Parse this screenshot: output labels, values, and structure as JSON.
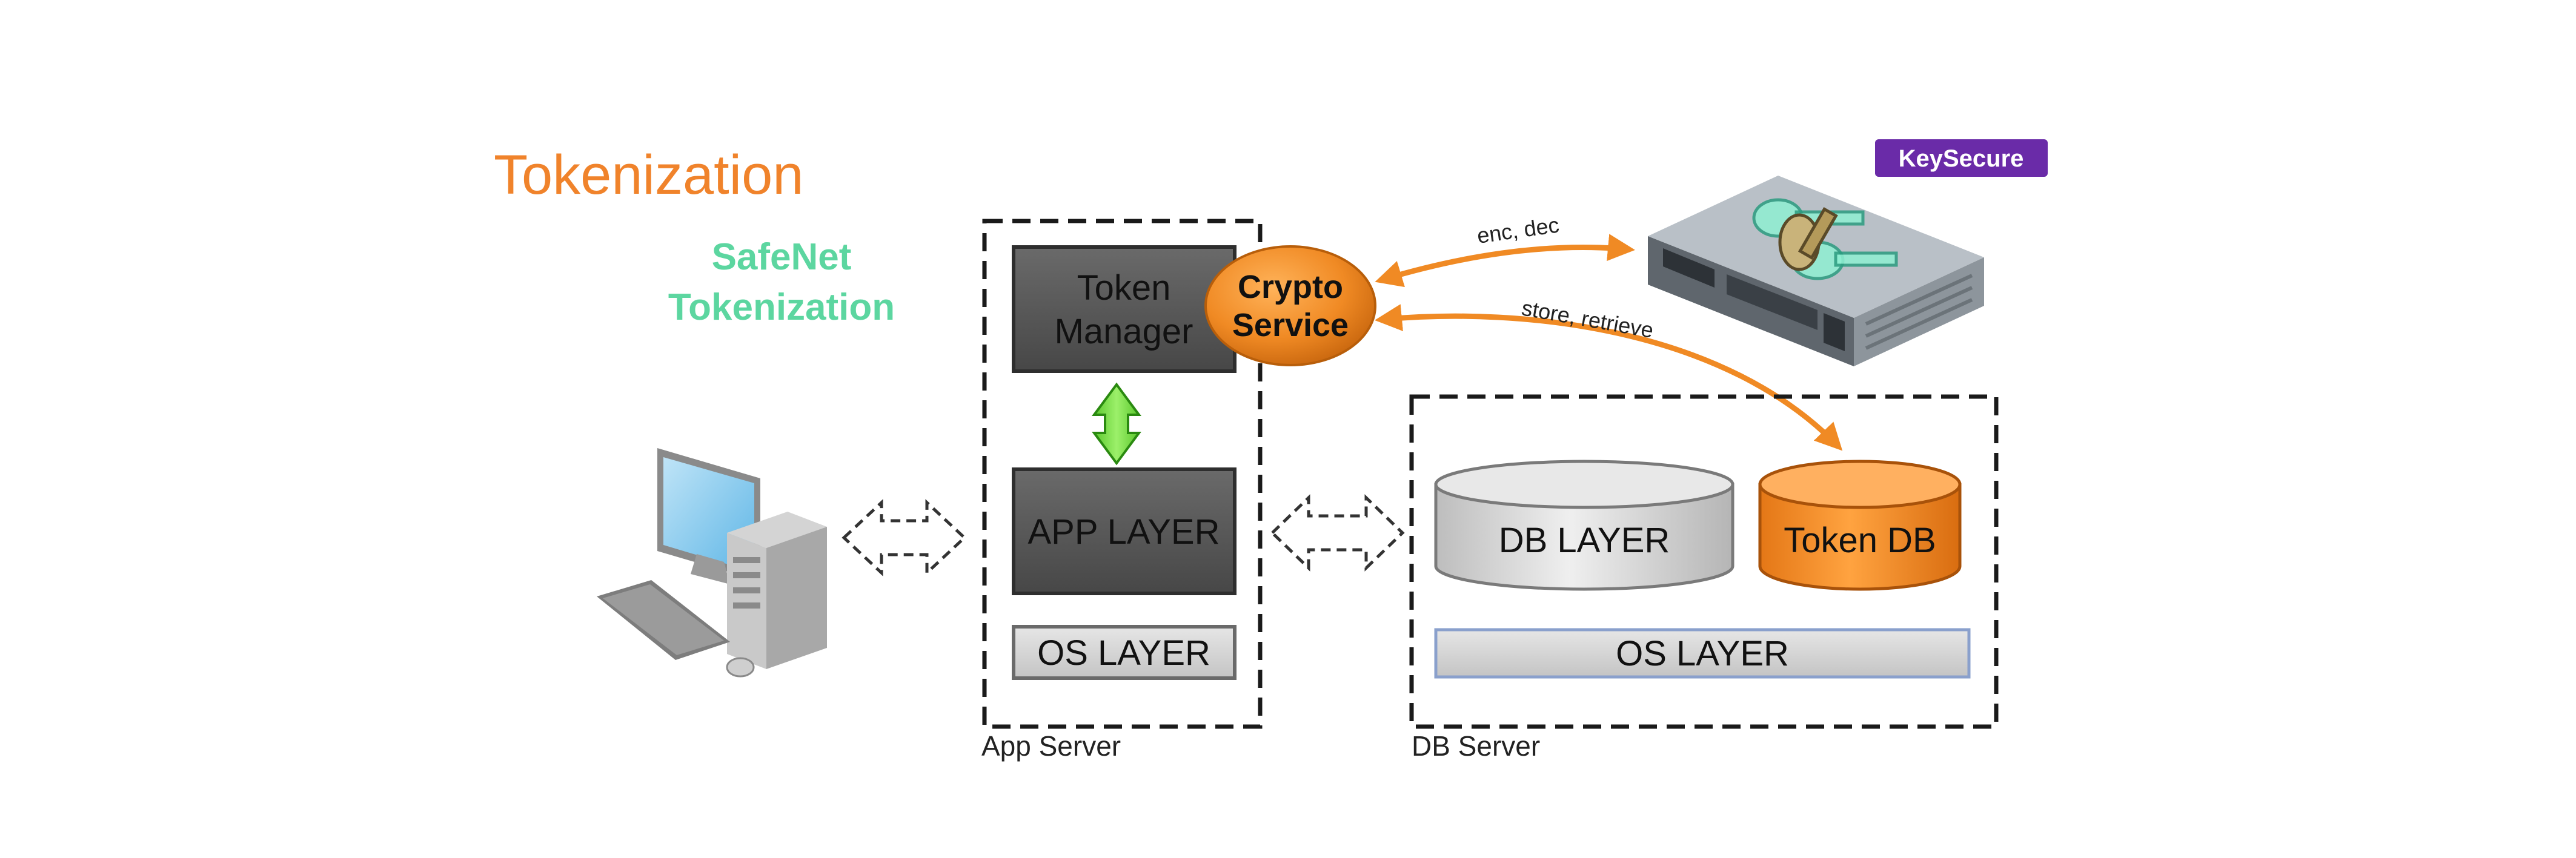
{
  "title": "Tokenization",
  "subtitle": {
    "line1": "SafeNet",
    "line2": "Tokenization"
  },
  "colors": {
    "title": "#F0832B",
    "subtitle": "#5CD6A0",
    "dark_box": "#555555",
    "light_box": "#D2D2D2",
    "accent_orange": "#F08A24",
    "green_arrow": "#7EE84A",
    "badge_purple": "#6A2BA8"
  },
  "app_server": {
    "label": "App Server",
    "token_manager": {
      "line1": "Token",
      "line2": "Manager"
    },
    "crypto_service": {
      "line1": "Crypto",
      "line2": "Service"
    },
    "app_layer": "APP LAYER",
    "os_layer": "OS LAYER"
  },
  "db_server": {
    "label": "DB Server",
    "db_layer": "DB LAYER",
    "token_db": "Token DB",
    "os_layer": "OS LAYER"
  },
  "key_secure": {
    "badge": "KeySecure",
    "icon": "hardware-security-appliance-icon"
  },
  "client": {
    "icon": "desktop-computer-icon"
  },
  "connections": {
    "enc_dec": "enc, dec",
    "store_retrieve": "store, retrieve"
  }
}
